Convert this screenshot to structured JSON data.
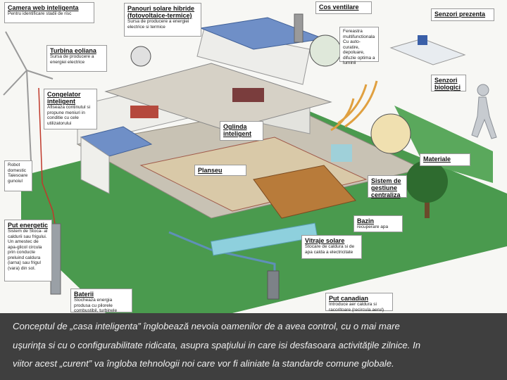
{
  "labels": {
    "camera": {
      "title": "Camera web inteligenta",
      "desc": "Pentru identificare stadii de risc"
    },
    "panouri": {
      "title": "Panouri solare hibride (fotovoltaice-termice)",
      "desc": "Sursa de producere a energiei electrice si termice"
    },
    "cos": {
      "title": "Cos ventilare"
    },
    "fereastra": {
      "desc": "Fereastra multifunctionala Cu auto-curatire, depoluare, difuzie optima a luminii"
    },
    "senzori_prezenta": {
      "title": "Senzori prezenta"
    },
    "turbina": {
      "title": "Turbina eoliana",
      "desc": "Sursa de producere a energiei electrice"
    },
    "senzori_biologici": {
      "title": "Senzori biologici"
    },
    "congelator": {
      "title": "Congelator inteligent",
      "desc": "Afiseaza continutul si propune meniuri in conditie cu cele utilizatorului"
    },
    "oglinda": {
      "title": "Oglinda inteligent"
    },
    "robot": {
      "desc": "Robot domestic Taiesoare gunoiul"
    },
    "materiale": {
      "title": "Materiale"
    },
    "planseu": {
      "title": "Planseu"
    },
    "sistem": {
      "title": "Sistem de gestiune centraliza"
    },
    "put_energetic": {
      "title": "Put energetic",
      "desc": "Sistem de Stoca- al caldurii sau frigului. Un amestec de apa-glicol circula prin conducte preluind caldura (iarna) sau frigul (vara) din sol."
    },
    "bazin": {
      "title": "Bazin",
      "desc": "recuperare apa"
    },
    "vitraje": {
      "title": "Vitraje solare",
      "desc": "Stocare de caldura si de apa calda a electricitate"
    },
    "baterii": {
      "title": "Baterii",
      "desc": "Stocheaza energia produsa cu pilorele combustibil, turbinele eoliene, panourile"
    },
    "put_canadian": {
      "title": "Put canadian",
      "desc": "Introduce aer caldura si racoritoare (recircula aerul)"
    }
  },
  "caption": {
    "line1": "Conceptul de „casa inteligenta” înglobează nevoia oamenilor de a avea control, cu o mai mare",
    "line2": "uşurinţa si cu o configurabilitate ridicata, asupra spaţiului in care isi desfasoara activităţile zilnice. In",
    "line3": "viitor acest „curent” va îngloba tehnologii noi care vor fi aliniate la standarde comune globale."
  },
  "colors": {
    "caption_bg": "#3f3f3f",
    "lawn": "#4a9a4e",
    "floor": "#b8b2a4",
    "pipe": "#c0392b",
    "solar_panel": "#6f8fc7"
  }
}
